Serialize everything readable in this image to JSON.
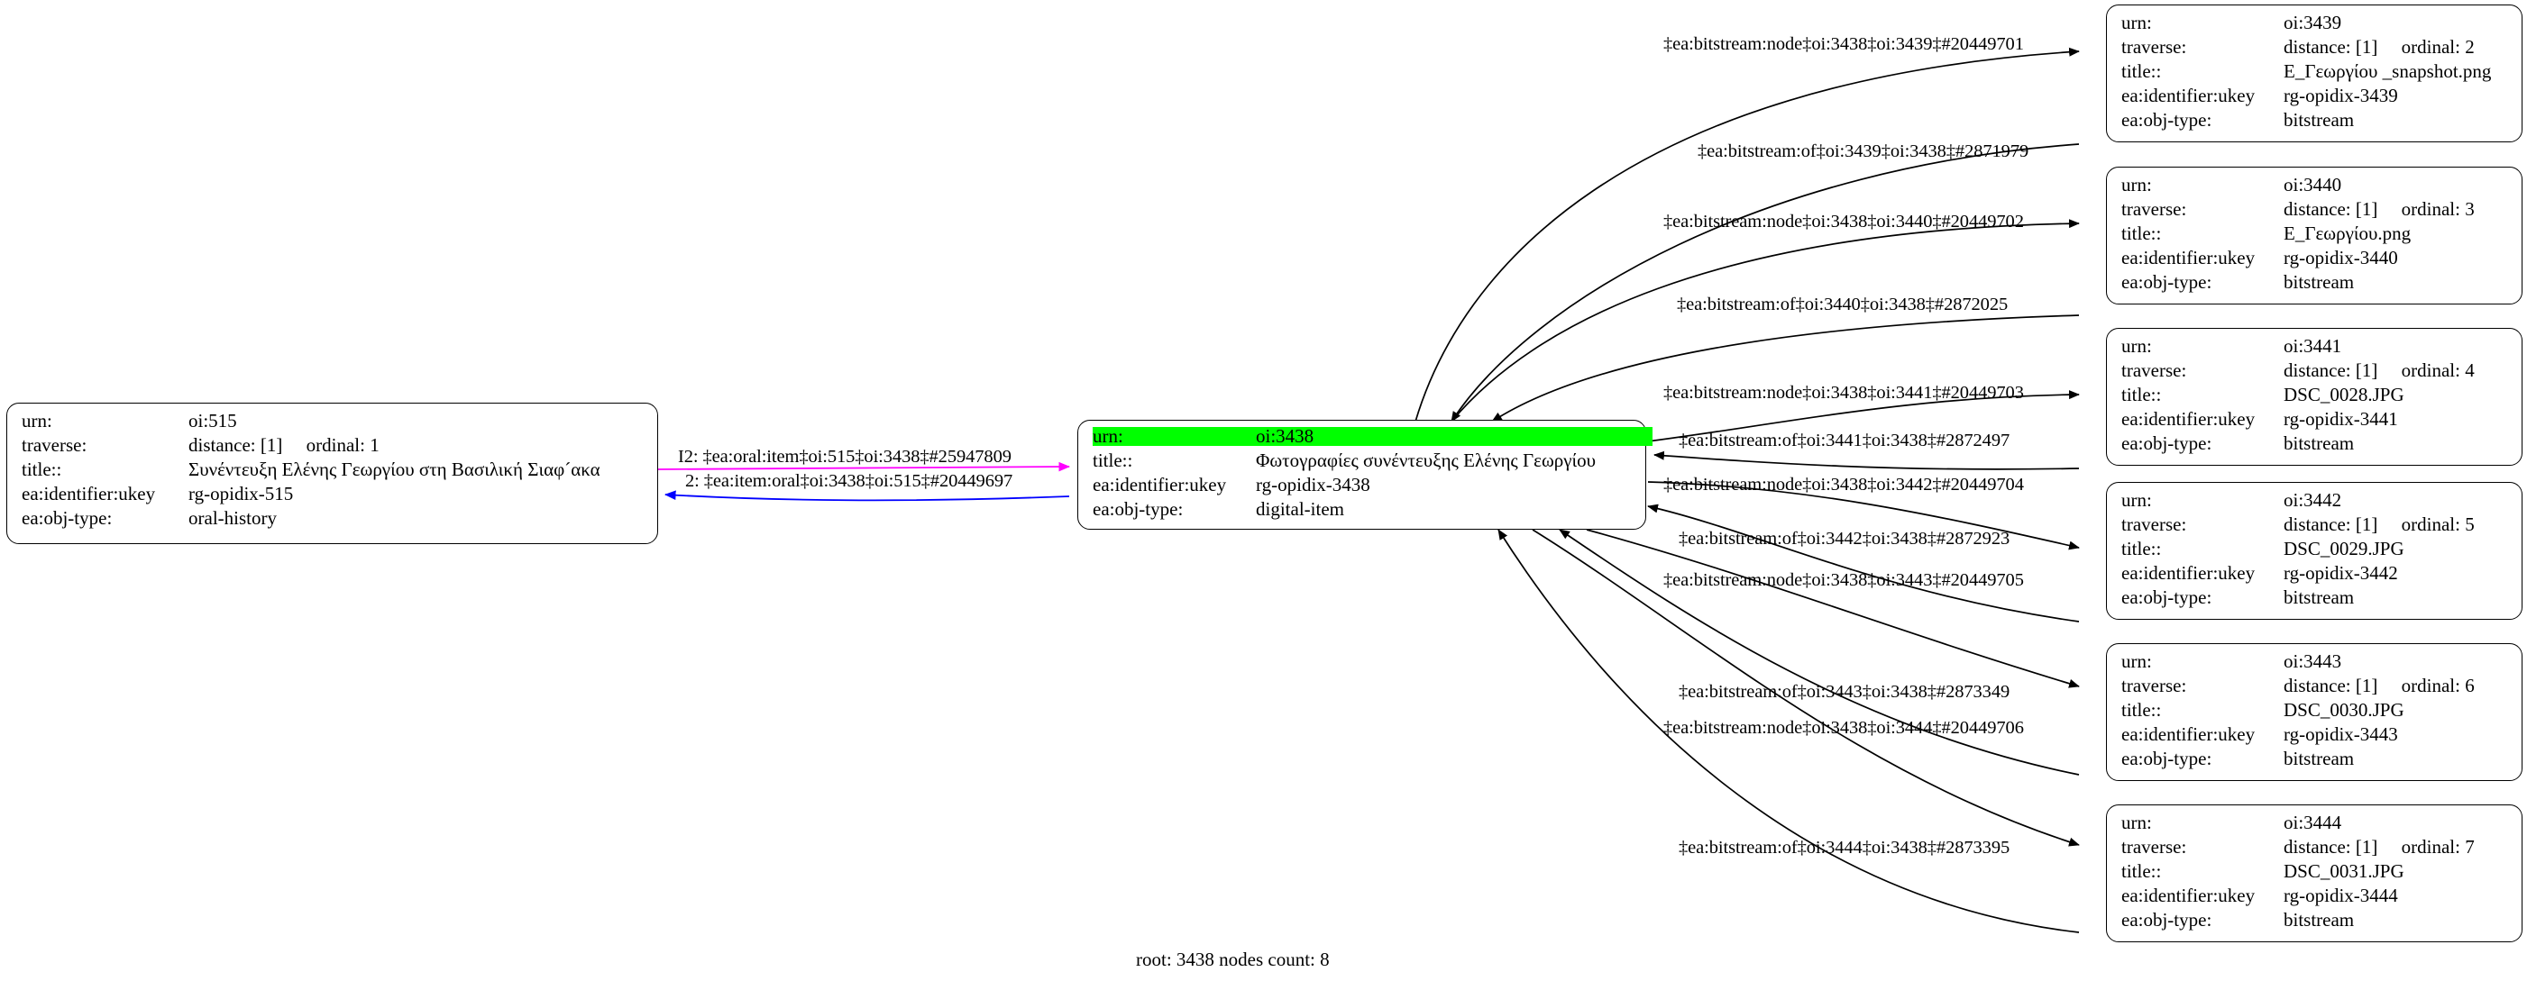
{
  "graph": {
    "footer": "root: 3438 nodes count: 8",
    "colors": {
      "highlight": "#00ff00",
      "edge_default": "#000000",
      "edge_outgoing": "#ff00ff",
      "edge_incoming": "#0000ff",
      "node_border": "#000000",
      "background": "#ffffff"
    },
    "field_labels": {
      "urn": "urn:",
      "traverse": "traverse:",
      "title": "title::",
      "ukey": "ea:identifier:ukey",
      "objtype": "ea:obj-type:"
    },
    "nodes": [
      {
        "id": "oi-515",
        "urn": "oi:515",
        "traverse": "distance: [1]     ordinal: 1",
        "title": "Συνέντευξη Ελένης Γεωργίου στη Βασιλική Σιαφ´ακα",
        "ukey": "rg-opidix-515",
        "objtype": "oral-history",
        "highlighted": false,
        "has_traverse": true
      },
      {
        "id": "oi-3438",
        "urn": "oi:3438",
        "traverse": "",
        "title": "Φωτογραφίες συνέντευξης Ελένης Γεωργίου",
        "ukey": "rg-opidix-3438",
        "objtype": "digital-item",
        "highlighted": true,
        "has_traverse": false
      },
      {
        "id": "oi-3439",
        "urn": "oi:3439",
        "traverse": "distance: [1]     ordinal: 2",
        "title": "Ε_Γεωργίου _snapshot.png",
        "ukey": "rg-opidix-3439",
        "objtype": "bitstream",
        "highlighted": false,
        "has_traverse": true
      },
      {
        "id": "oi-3440",
        "urn": "oi:3440",
        "traverse": "distance: [1]     ordinal: 3",
        "title": "Ε_Γεωργίου.png",
        "ukey": "rg-opidix-3440",
        "objtype": "bitstream",
        "highlighted": false,
        "has_traverse": true
      },
      {
        "id": "oi-3441",
        "urn": "oi:3441",
        "traverse": "distance: [1]     ordinal: 4",
        "title": "DSC_0028.JPG",
        "ukey": "rg-opidix-3441",
        "objtype": "bitstream",
        "highlighted": false,
        "has_traverse": true
      },
      {
        "id": "oi-3442",
        "urn": "oi:3442",
        "traverse": "distance: [1]     ordinal: 5",
        "title": "DSC_0029.JPG",
        "ukey": "rg-opidix-3442",
        "objtype": "bitstream",
        "highlighted": false,
        "has_traverse": true
      },
      {
        "id": "oi-3443",
        "urn": "oi:3443",
        "traverse": "distance: [1]     ordinal: 6",
        "title": "DSC_0030.JPG",
        "ukey": "rg-opidix-3443",
        "objtype": "bitstream",
        "highlighted": false,
        "has_traverse": true
      },
      {
        "id": "oi-3444",
        "urn": "oi:3444",
        "traverse": "distance: [1]     ordinal: 7",
        "title": "DSC_0031.JPG",
        "ukey": "rg-opidix-3444",
        "objtype": "bitstream",
        "highlighted": false,
        "has_traverse": true
      }
    ],
    "edges": [
      {
        "id": "e-515-out",
        "label": "I2: ‡ea:oral:item‡oi:515‡oi:3438‡#25947809",
        "color": "#ff00ff"
      },
      {
        "id": "e-515-in",
        "label": "2: ‡ea:item:oral‡oi:3438‡oi:515‡#20449697",
        "color": "#0000ff"
      },
      {
        "id": "e-3439-node",
        "label": "‡ea:bitstream:node‡oi:3438‡oi:3439‡#20449701",
        "color": "#000000"
      },
      {
        "id": "e-3439-of",
        "label": "‡ea:bitstream:of‡oi:3439‡oi:3438‡#2871979",
        "color": "#000000"
      },
      {
        "id": "e-3440-node",
        "label": "‡ea:bitstream:node‡oi:3438‡oi:3440‡#20449702",
        "color": "#000000"
      },
      {
        "id": "e-3440-of",
        "label": "‡ea:bitstream:of‡oi:3440‡oi:3438‡#2872025",
        "color": "#000000"
      },
      {
        "id": "e-3441-node",
        "label": "‡ea:bitstream:node‡oi:3438‡oi:3441‡#20449703",
        "color": "#000000"
      },
      {
        "id": "e-3441-of",
        "label": "‡ea:bitstream:of‡oi:3441‡oi:3438‡#2872497",
        "color": "#000000"
      },
      {
        "id": "e-3442-node",
        "label": "‡ea:bitstream:node‡oi:3438‡oi:3442‡#20449704",
        "color": "#000000"
      },
      {
        "id": "e-3442-of",
        "label": "‡ea:bitstream:of‡oi:3442‡oi:3438‡#2872923",
        "color": "#000000"
      },
      {
        "id": "e-3443-node",
        "label": "‡ea:bitstream:node‡oi:3438‡oi:3443‡#20449705",
        "color": "#000000"
      },
      {
        "id": "e-3443-of",
        "label": "‡ea:bitstream:of‡oi:3443‡oi:3438‡#2873349",
        "color": "#000000"
      },
      {
        "id": "e-3444-node",
        "label": "‡ea:bitstream:node‡oi:3438‡oi:3444‡#20449706",
        "color": "#000000"
      },
      {
        "id": "e-3444-of",
        "label": "‡ea:bitstream:of‡oi:3444‡oi:3438‡#2873395",
        "color": "#000000"
      }
    ]
  }
}
